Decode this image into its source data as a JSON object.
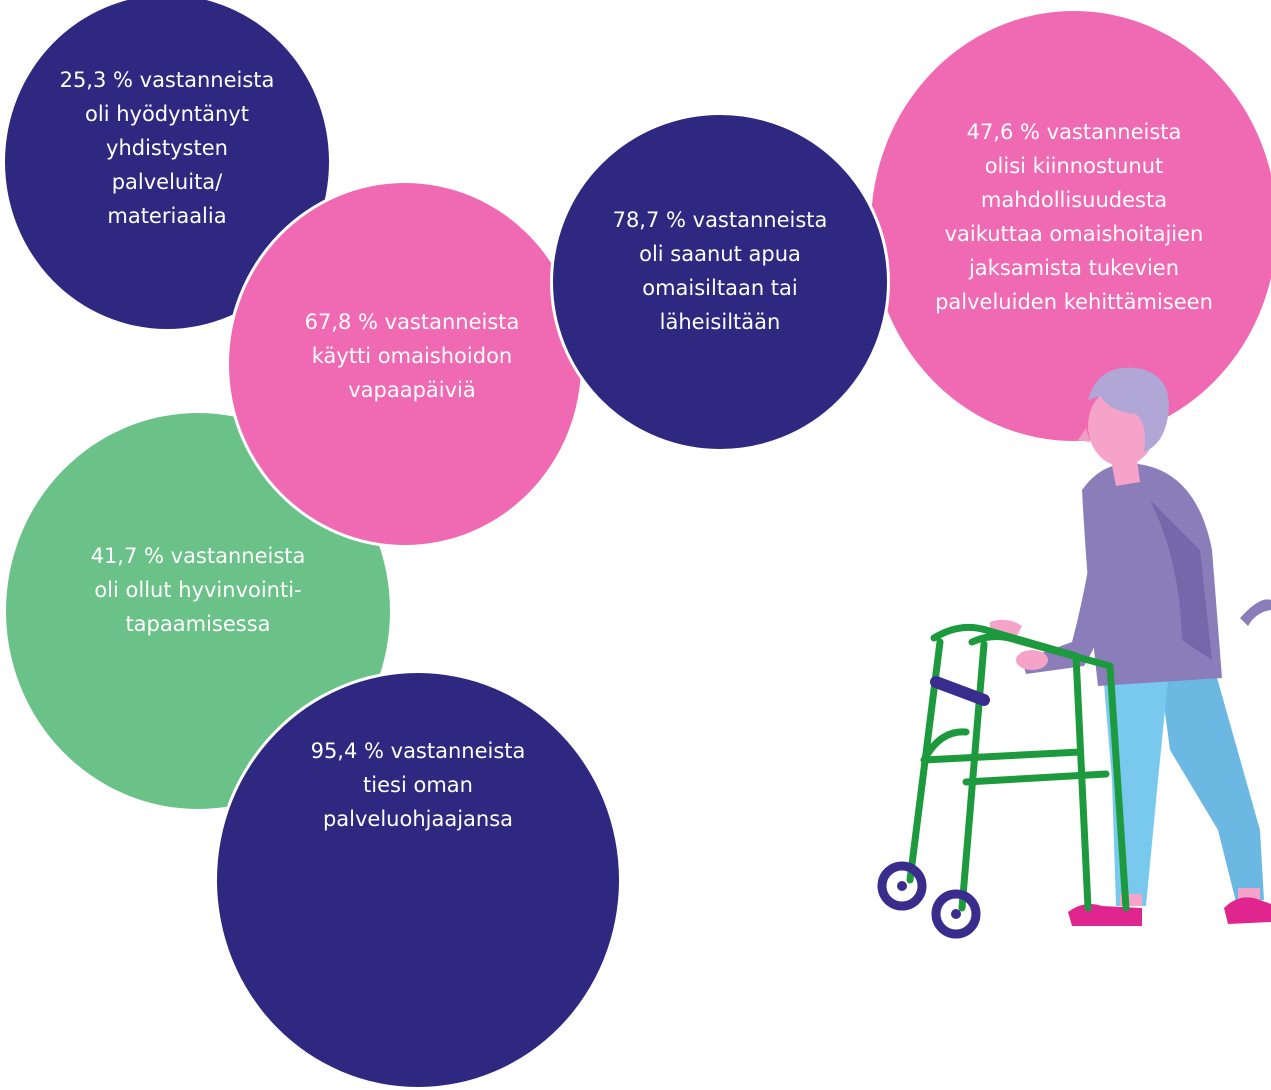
{
  "bubbles": [
    {
      "text": "25,3 % vastanneista\noli hyödyntänyt\nyhdistysten\npalveluita/\nmateriaalia"
    },
    {
      "text": "67,8 % vastanneista\nkäytti omaishoidon\nvapaapäiviä"
    },
    {
      "text": "78,7 % vastanneista\noli saanut apua\nomaisiltaan tai\nläheisiltään"
    },
    {
      "text": "47,6 % vastanneista\nolisi kiinnostunut\nmahdollisuudesta\nvaikuttaa omaishoitajien\njaksamista tukevien\npalveluiden kehittämiseen"
    },
    {
      "text": "41,7 % vastanneista\noli ollut hyvinvointi-\ntapaamisessa"
    },
    {
      "text": "95,4 % vastanneista\ntiesi oman\npalveluohjaajansa"
    }
  ],
  "colors": {
    "navy": "#2e2880",
    "pink": "#ef6ab2",
    "green": "#6bc289",
    "walker": "#1e9a3e",
    "sweater": "#8a7dba",
    "trousers": "#79c9ee",
    "hair": "#b0a7d6",
    "skin": "#f5a3c8",
    "wheel": "#3a2c8c"
  },
  "illustration": {
    "icon": "elderly-person-with-walker-icon"
  }
}
